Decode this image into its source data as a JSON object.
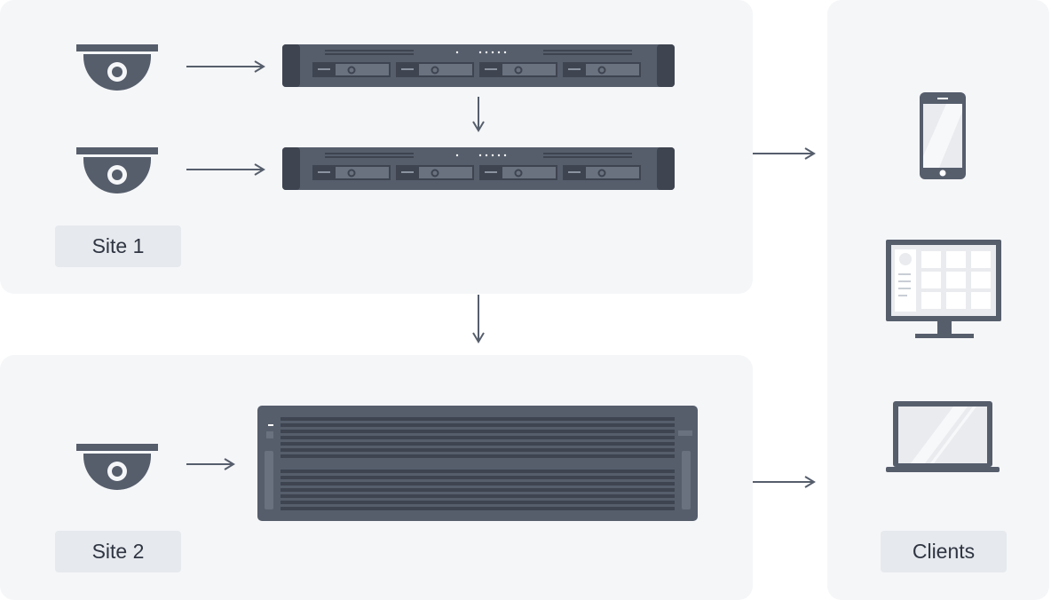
{
  "labels": {
    "site1": "Site 1",
    "site2": "Site 2",
    "clients": "Clients"
  },
  "icons": {
    "camera": "dome-camera-icon",
    "rack_server_1u": "rack-server-icon",
    "rack_server_4u": "storage-server-icon",
    "phone": "smartphone-icon",
    "monitor": "desktop-monitor-icon",
    "laptop": "laptop-icon"
  },
  "colors": {
    "panel_bg": "#f5f6f8",
    "label_bg": "#e6e9ed",
    "device": "#565e6c",
    "device_dark": "#3e4450",
    "screen_bg": "#e9ebee",
    "arrow": "#565e6c",
    "text": "#2f3542"
  }
}
